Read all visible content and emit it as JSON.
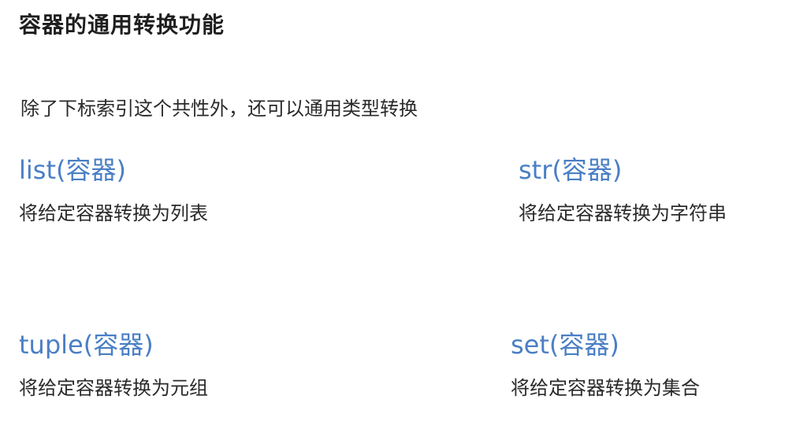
{
  "title": "容器的通用转换功能",
  "intro": "除了下标索引这个共性外，还可以通用类型转换",
  "functions": [
    {
      "signature": "list(容器)",
      "description": "将给定容器转换为列表"
    },
    {
      "signature": "str(容器)",
      "description": "将给定容器转换为字符串"
    },
    {
      "signature": "tuple(容器)",
      "description": "将给定容器转换为元组"
    },
    {
      "signature": "set(容器)",
      "description": "将给定容器转换为集合"
    }
  ],
  "colors": {
    "accent": "#4a7fc4",
    "text": "#2a2a2a",
    "heading": "#1e1e1e",
    "background": "#ffffff"
  }
}
